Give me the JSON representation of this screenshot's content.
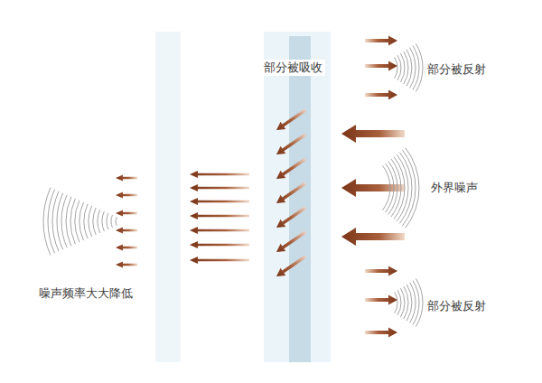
{
  "diagram": {
    "labels": [
      "部分被吸收",
      "部分被反射",
      "外界噪声",
      "部分被反射",
      "噪声频率大大降低"
    ]
  }
}
